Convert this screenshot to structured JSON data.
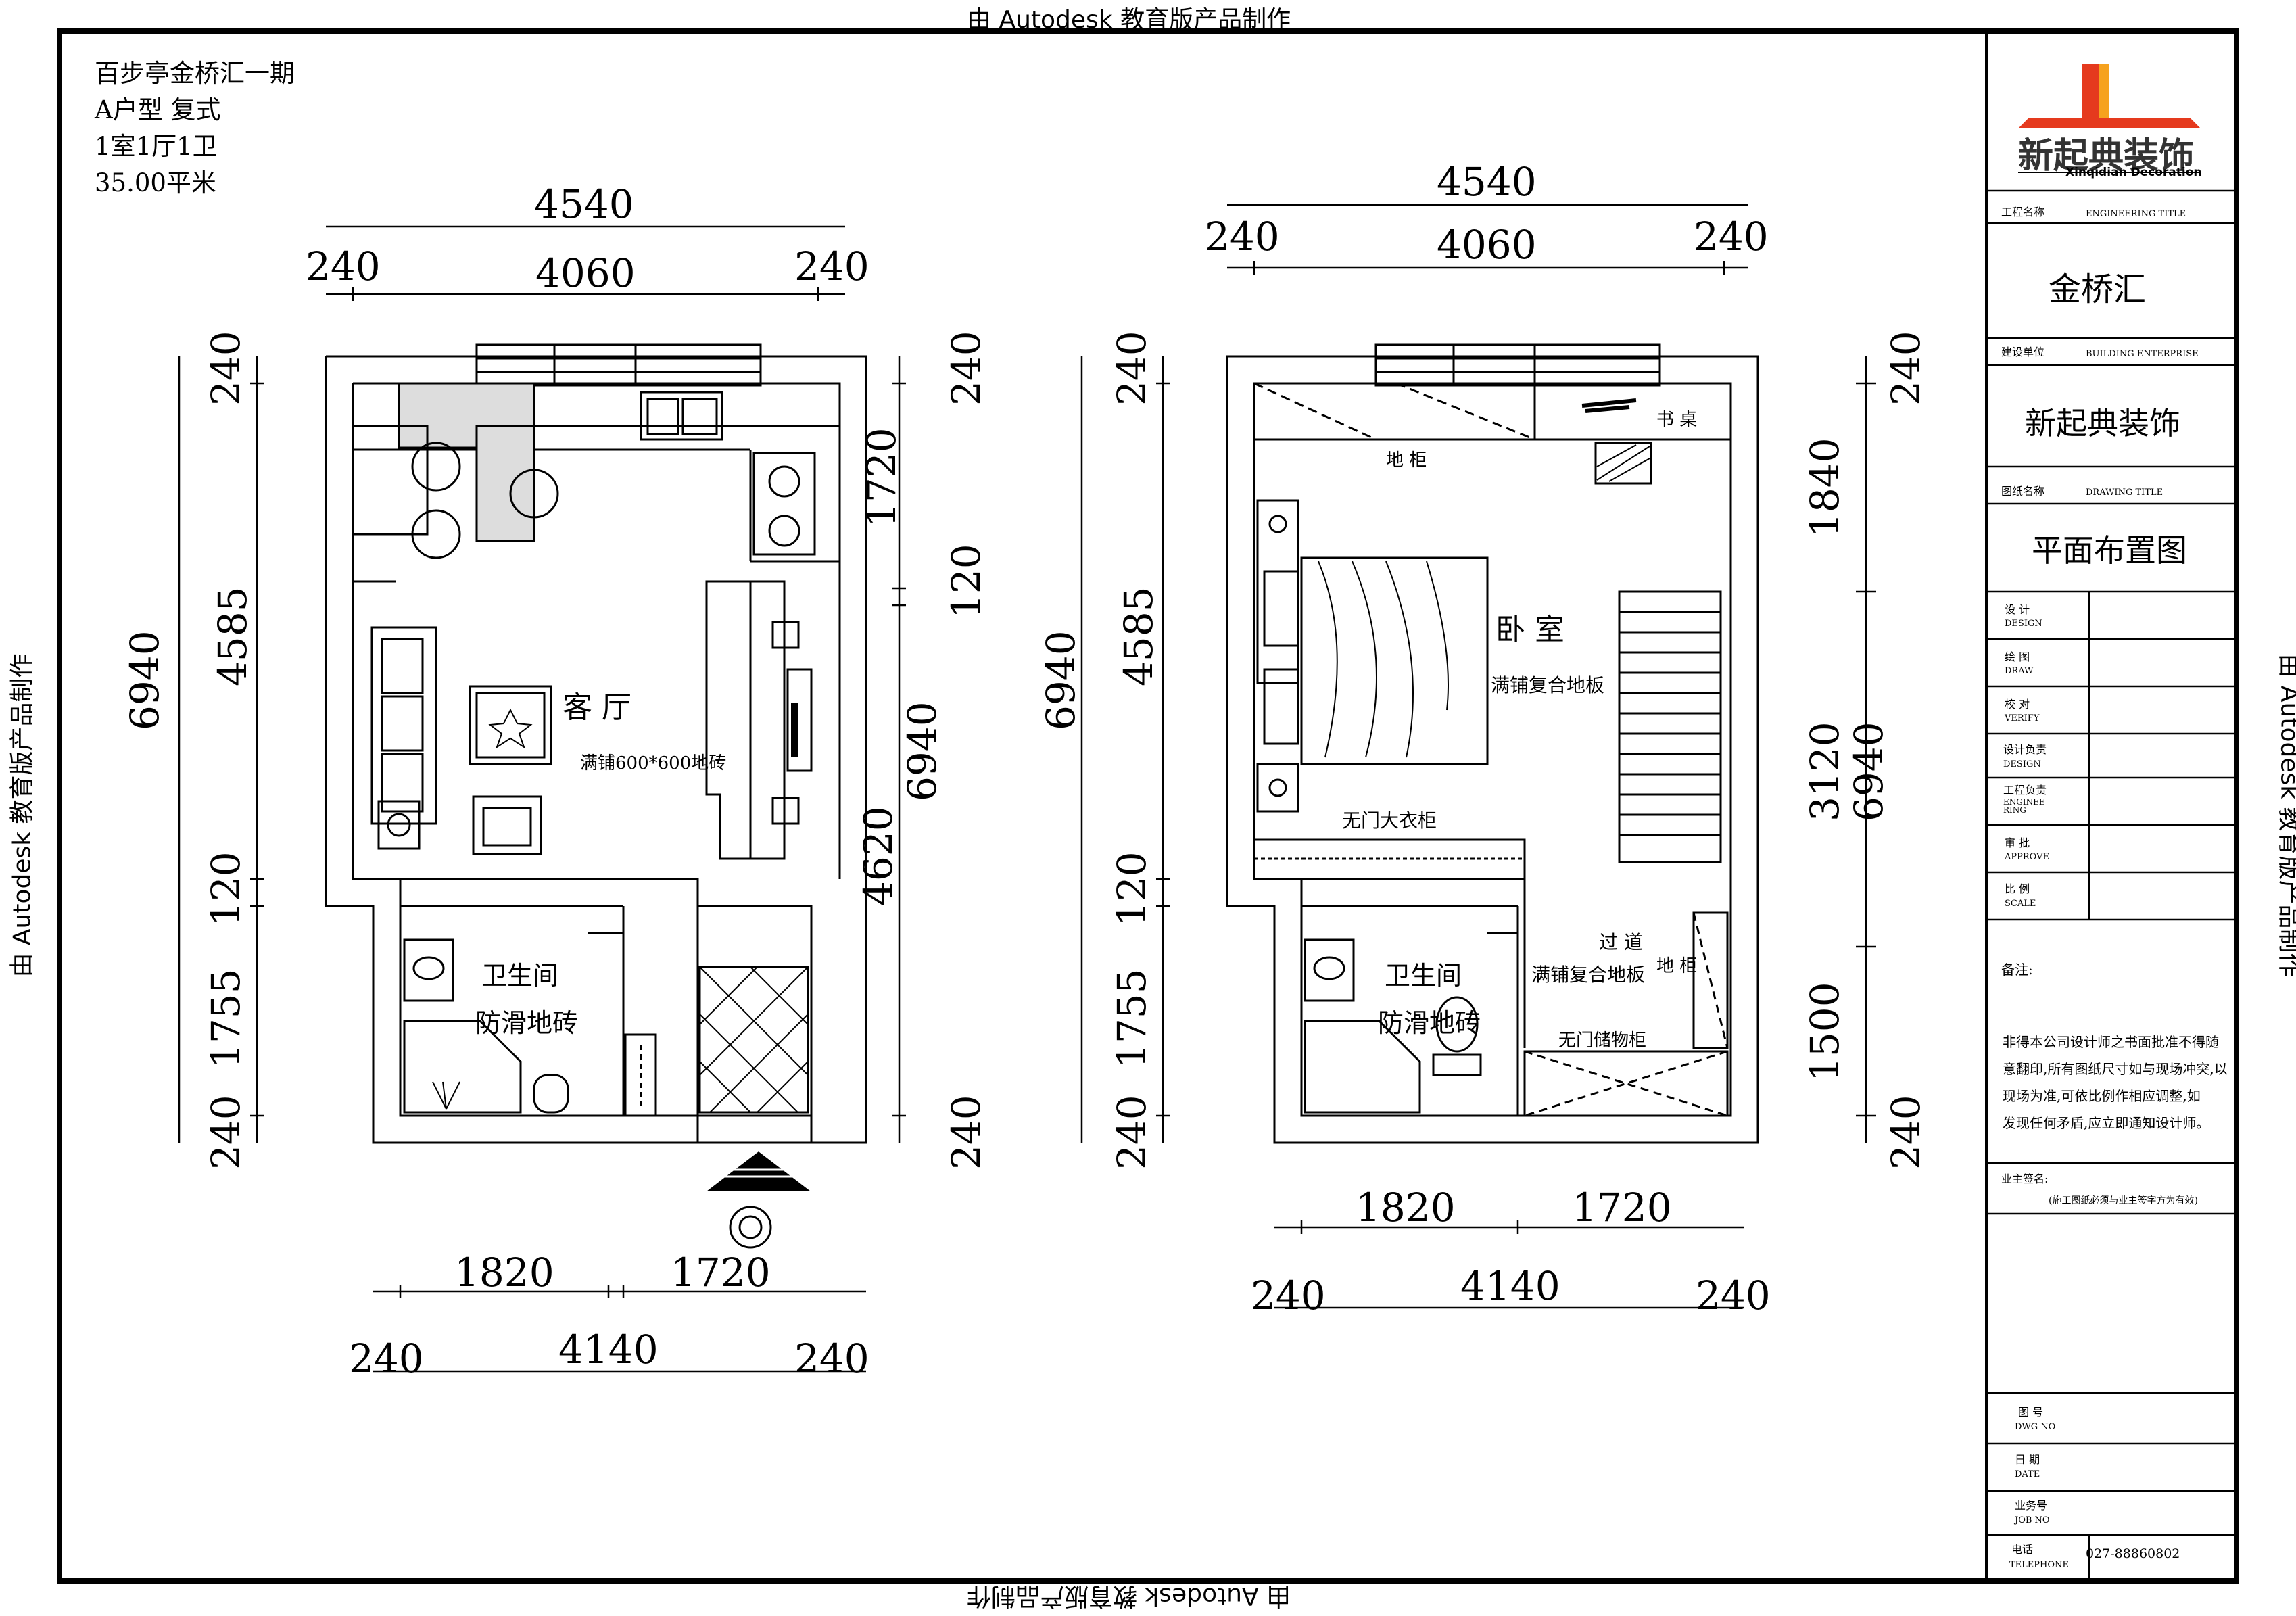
{
  "watermark": "由 Autodesk 教育版产品制作",
  "project_info": {
    "name": "百步亭金桥汇一期",
    "type": "A户型  复式",
    "rooms": "1室1厅1卫",
    "area": "35.00平米"
  },
  "floor1": {
    "dims": {
      "top_total": "4540",
      "top_left": "240",
      "top_mid": "4060",
      "top_right": "240",
      "bottom_seg1": "1820",
      "bottom_seg2": "1720",
      "bottom_left": "240",
      "bottom_mid": "4140",
      "bottom_right": "240",
      "left_total": "6940",
      "left_a": "240",
      "left_b": "4585",
      "left_c": "120",
      "left_d": "1755",
      "left_e": "240",
      "right_a": "240",
      "right_b": "1720",
      "right_c": "120",
      "right_total": "6940",
      "right_d": "4620",
      "right_e": "240"
    },
    "labels": {
      "living": "客 厅",
      "living_floor": "满铺600*600地砖",
      "bath": "卫生间",
      "bath_floor": "防滑地砖"
    }
  },
  "floor2": {
    "dims": {
      "top_total": "4540",
      "top_left": "240",
      "top_mid": "4060",
      "top_right": "240",
      "bottom_seg1": "1820",
      "bottom_seg2": "1720",
      "bottom_left": "240",
      "bottom_mid": "4140",
      "bottom_right": "240",
      "left_total": "6940",
      "left_a": "240",
      "left_b": "4585",
      "left_c": "120",
      "left_d": "1755",
      "left_e": "240",
      "right_a": "240",
      "right_b": "1840",
      "right_c": "3120",
      "right_total": "6940",
      "right_d": "1500",
      "right_e": "240"
    },
    "labels": {
      "bedroom": "卧 室",
      "bedroom_floor": "满铺复合地板",
      "desk": "书 桌",
      "base_cabinet": "地 柜",
      "wardrobe": "无门大衣柜",
      "corridor": "过 道",
      "corridor_floor": "满铺复合地板",
      "cabinet_side": "地 柜",
      "storage": "无门储物柜",
      "bath": "卫生间",
      "bath_floor": "防滑地砖"
    }
  },
  "title_block": {
    "logo_cn": "新起典装饰",
    "logo_en": "Xinqidian Decoration",
    "engineering_title_cn": "工程名称",
    "engineering_title_en": "ENGINEERING TITLE",
    "engineering_value": "金桥汇",
    "building_cn": "建设单位",
    "building_en": "BUILDING ENTERPRISE",
    "building_value": "新起典装饰",
    "drawing_cn": "图纸名称",
    "drawing_en": "DRAWING TITLE",
    "drawing_value": "平面布置图",
    "rows": [
      {
        "cn": "设  计",
        "en": "DESIGN"
      },
      {
        "cn": "绘  图",
        "en": "DRAW"
      },
      {
        "cn": "校  对",
        "en": "VERIFY"
      },
      {
        "cn": "设计负责",
        "en": "DESIGN"
      },
      {
        "cn": "工程负责",
        "en": "ENGINEE\nRING"
      },
      {
        "cn": "审  批",
        "en": "APPROVE"
      },
      {
        "cn": "比  例",
        "en": "SCALE"
      }
    ],
    "remarks_title": "备注:",
    "remarks": [
      "非得本公司设计师之书面批准不得随",
      "意翻印,所有图纸尺寸如与现场冲突,以",
      "现场为准,可依比例作相应调整,如",
      "发现任何矛盾,应立即通知设计师。"
    ],
    "owner_sign": "业主签名:",
    "owner_note": "(施工图纸必须与业主签字方为有效)",
    "drawing_no_cn": "图  号",
    "drawing_no_en": "DWG NO",
    "date_cn": "日  期",
    "date_en": "DATE",
    "job_cn": "业务号",
    "job_en": "JOB NO",
    "tel_cn": "电话",
    "tel_en": "TELEPHONE",
    "tel_value": "027-88860802"
  }
}
